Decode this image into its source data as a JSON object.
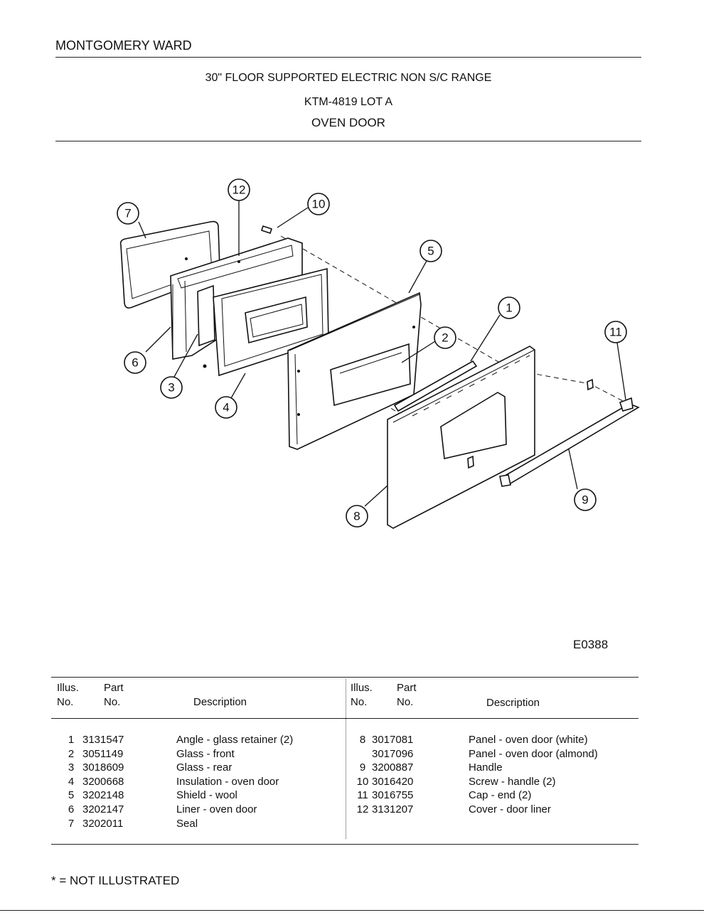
{
  "header": {
    "brand": "MONTGOMERY WARD",
    "title": "30\" FLOOR SUPPORTED ELECTRIC NON S/C RANGE",
    "model": "KTM-4819 LOT A",
    "section": "OVEN DOOR"
  },
  "diagram": {
    "code": "E0388",
    "callouts": [
      "1",
      "2",
      "3",
      "4",
      "5",
      "6",
      "7",
      "8",
      "9",
      "10",
      "11",
      "12"
    ]
  },
  "table": {
    "headers": {
      "illus_line1": "Illus.",
      "illus_line2": "No.",
      "part_line1": "Part",
      "part_line2": "No.",
      "description": "Description"
    },
    "left_rows": [
      {
        "illus": "1",
        "part": "3131547",
        "desc": "Angle - glass retainer (2)"
      },
      {
        "illus": "2",
        "part": "3051149",
        "desc": "Glass - front"
      },
      {
        "illus": "3",
        "part": "3018609",
        "desc": "Glass - rear"
      },
      {
        "illus": "4",
        "part": "3200668",
        "desc": "Insulation - oven door"
      },
      {
        "illus": "5",
        "part": "3202148",
        "desc": "Shield - wool"
      },
      {
        "illus": "6",
        "part": "3202147",
        "desc": "Liner - oven door"
      },
      {
        "illus": "7",
        "part": "3202011",
        "desc": "Seal"
      }
    ],
    "right_rows": [
      {
        "illus": "8",
        "part": "3017081",
        "desc": "Panel - oven door (white)"
      },
      {
        "illus": "",
        "part": "3017096",
        "desc": "Panel - oven door (almond)"
      },
      {
        "illus": "9",
        "part": "3200887",
        "desc": "Handle"
      },
      {
        "illus": "10",
        "part": "3016420",
        "desc": "Screw - handle (2)"
      },
      {
        "illus": "11",
        "part": "3016755",
        "desc": "Cap - end (2)"
      },
      {
        "illus": "12",
        "part": "3131207",
        "desc": "Cover - door liner"
      }
    ]
  },
  "footer": {
    "note": "* = NOT ILLUSTRATED"
  }
}
